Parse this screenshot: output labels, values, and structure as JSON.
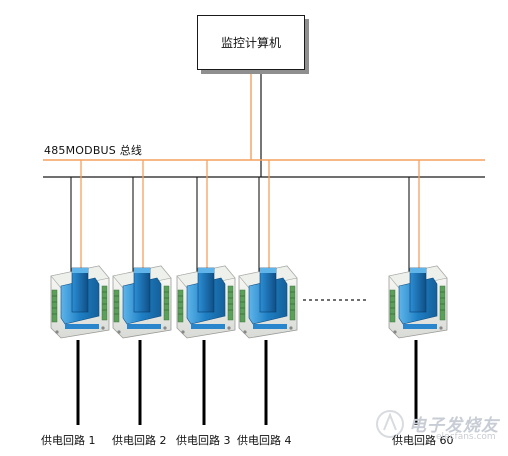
{
  "computer": {
    "label": "监控计算机"
  },
  "bus": {
    "label": "485MODBUS 总线"
  },
  "loops": [
    {
      "label": "供电回路 1"
    },
    {
      "label": "供电回路 2"
    },
    {
      "label": "供电回路 3"
    },
    {
      "label": "供电回路 4"
    },
    {
      "label": "供电回路 60"
    }
  ],
  "watermark": {
    "text": "电子发烧友",
    "sub": "elecfans.com"
  },
  "colors": {
    "rs485_line": "#f3a15e",
    "ground_line": "#1a1a1a",
    "module_body": "#f2f2ee",
    "module_blue": "#1e7fc4",
    "terminal_green": "#5aa05a"
  }
}
